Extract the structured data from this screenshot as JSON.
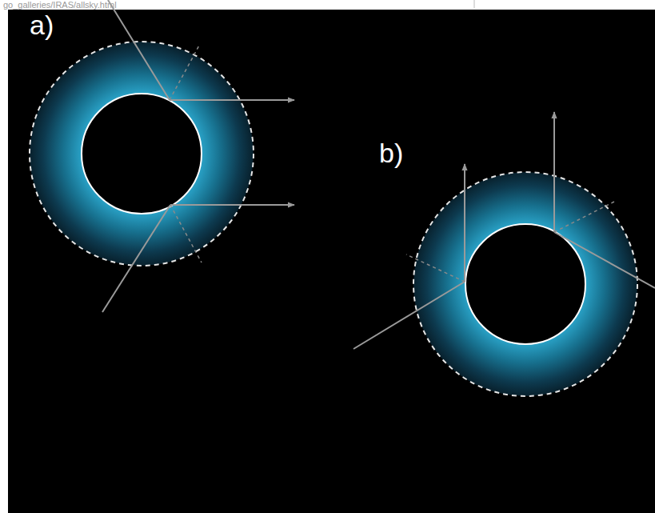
{
  "diagram": {
    "labels": [
      "go_galleries/IRAS/allsky.html",
      "a)",
      "b)"
    ]
  }
}
